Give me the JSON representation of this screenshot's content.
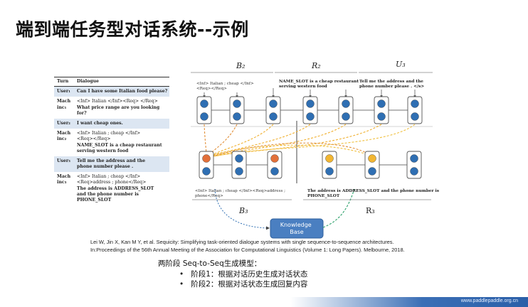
{
  "title": "端到端任务型对话系统--示例",
  "table": {
    "header_turn": "Turn",
    "header_dialogue": "Dialogue",
    "rows": [
      {
        "turn": "User₁",
        "lines": [
          "Can I have some Italian food please?"
        ],
        "type": "user"
      },
      {
        "turn": "Mach inc₁",
        "lines": [
          "<Inf> Italian </Inf><Req> </Req>",
          "What price range are you looking for?"
        ],
        "type": "mach"
      },
      {
        "turn": "User₂",
        "lines": [
          "I want cheap ones."
        ],
        "type": "user"
      },
      {
        "turn": "Mach inc₂",
        "lines": [
          "<Inf> Italian ; cheap </Inf>",
          "<Req></Req>",
          "NAME_SLOT is a cheap restaurant",
          "serving western food"
        ],
        "type": "mach"
      },
      {
        "turn": "User₃",
        "lines": [
          "Tell me the address and the",
          "phone number please ."
        ],
        "type": "user"
      },
      {
        "turn": "Mach inc₃",
        "lines": [
          "<Inf> Italian ; cheap </Inf>",
          "<Req>address ; phone</Req>",
          "The address is ADDRESS_SLOT",
          "and the phone number is",
          "PHONE_SLOT"
        ],
        "type": "mach"
      }
    ]
  },
  "diagram": {
    "label_b2": "B₂",
    "label_r2": "R₂",
    "label_u3": "U₃",
    "label_b3": "B₃",
    "label_r3": "R₃",
    "text_b2": [
      "<Inf> Italian ; cheap </Inf>",
      "<Req></Req>"
    ],
    "text_r2": [
      "NAME_SLOT is a cheap restaurant",
      "serving western food"
    ],
    "text_u3": [
      "Tell me the address and the",
      "phone number please . </s>"
    ],
    "text_b3": [
      "<Inf> Italian ; cheap </Inf><Req>address ;",
      "phone</Req>"
    ],
    "text_r3": [
      "The address is ADDRESS_SLOT and the phone number is",
      "PHONE_SLOT"
    ],
    "knowledge_base": [
      "Knowledge",
      "Base"
    ]
  },
  "citation": [
    "Lei W, Jin X, Kan M Y, et al. Sequicity: Simplifying task-oriented dialogue systems with single sequence-to-sequence architectures.",
    "In:Proceedings of the 56th Annual Meeting of the Association for Computational Linguistics (Volume 1: Long Papers). Melbourne, 2018."
  ],
  "bullets": {
    "heading": "两阶段 Seq-to-Seq生成模型：",
    "items": [
      "阶段1：根据对话历史生成对话状态",
      "阶段2：根据对话状态生成回复内容"
    ]
  },
  "footer_url": "www.paddlepaddle.org.cn",
  "colors": {
    "blue_node": "#2f6fb3",
    "orange_node": "#e2703a",
    "yellow_node": "#f2b632",
    "kb_fill": "#4a7fc1",
    "row_user": "#dce6f2"
  }
}
